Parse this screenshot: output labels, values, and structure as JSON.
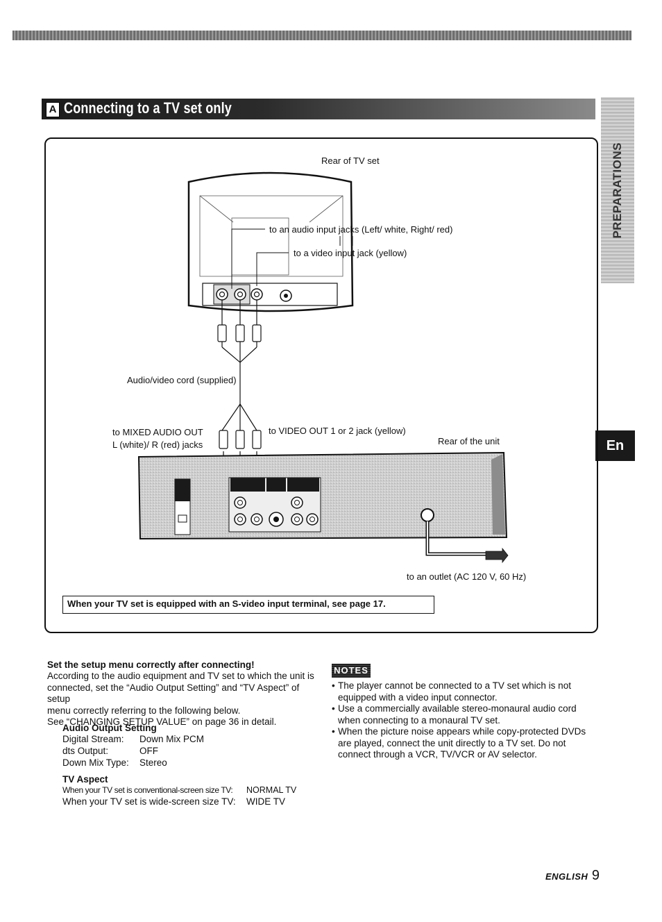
{
  "section": {
    "letter": "A",
    "title": "Connecting to a TV set only"
  },
  "side_tab": {
    "label": "PREPARATIONS"
  },
  "lang_tab": {
    "label": "En"
  },
  "diagram": {
    "labels": {
      "rear_tv": "Rear of TV set",
      "audio_input": "to an audio input jacks (Left/ white, Right/ red)",
      "video_input": "to a video input jack (yellow)",
      "av_cord": "Audio/video cord (supplied)",
      "mixed_audio_1": "to MIXED AUDIO OUT",
      "mixed_audio_2": "L (white)/ R (red) jacks",
      "video_out": "to VIDEO OUT 1 or 2 jack (yellow)",
      "rear_unit": "Rear of the unit",
      "outlet": "to an outlet  (AC 120 V, 60 Hz)"
    },
    "s_video_note": "When your TV set is equipped with an S-video input terminal, see page 17."
  },
  "setup": {
    "heading": "Set the setup menu correctly after connecting!",
    "lines": [
      "According to the audio equipment and TV set to which the unit is",
      "connected, set the “Audio Output Setting” and “TV Aspect” of setup",
      "menu correctly referring to the following below.",
      "See  “CHANGING SETUP VALUE” on page 36 in detail."
    ],
    "audio_heading": "Audio Output Setting",
    "audio_rows": [
      {
        "key": "Digital Stream:",
        "value": "Down Mix PCM"
      },
      {
        "key": "dts Output:",
        "value": "OFF"
      },
      {
        "key": "Down Mix Type:",
        "value": "Stereo"
      }
    ],
    "tv_heading": "TV Aspect",
    "tv_rows": [
      {
        "key": "When your TV set is  conventional-screen size TV:",
        "value": "NORMAL TV"
      },
      {
        "key": "When your TV set is  wide-screen size TV:",
        "value": "WIDE TV"
      }
    ]
  },
  "notes": {
    "badge": "NOTES",
    "items": [
      "The player cannot be connected to a TV set which is not equipped with a video input connector.",
      "Use a commercially available stereo-monaural audio cord when connecting to a monaural TV set.",
      "When the picture noise appears while copy-protected DVDs are played, connect the unit directly to a TV set.  Do not connect through a VCR, TV/VCR or AV selector."
    ]
  },
  "footer": {
    "language": "ENGLISH",
    "page": "9"
  }
}
